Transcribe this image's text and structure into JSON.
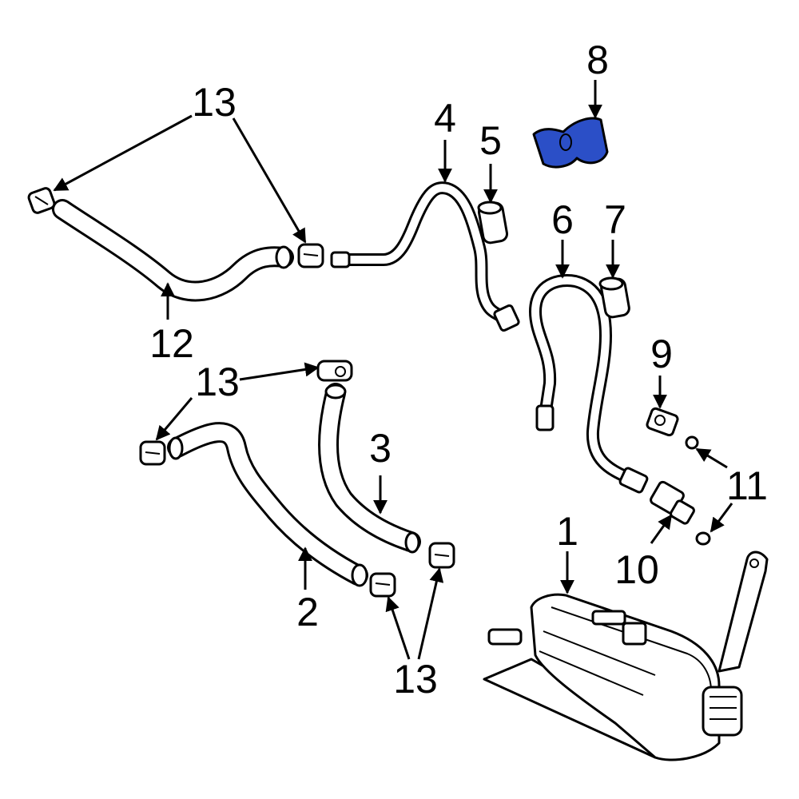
{
  "callouts": {
    "c1": "1",
    "c2": "2",
    "c3": "3",
    "c4": "4",
    "c5": "5",
    "c6": "6",
    "c7": "7",
    "c8": "8",
    "c9": "9",
    "c10": "10",
    "c11": "11",
    "c12": "12",
    "c13a": "13",
    "c13b": "13",
    "c13c": "13"
  },
  "colors": {
    "highlight": "#2b4fc7",
    "line": "#000000",
    "background": "#ffffff"
  }
}
